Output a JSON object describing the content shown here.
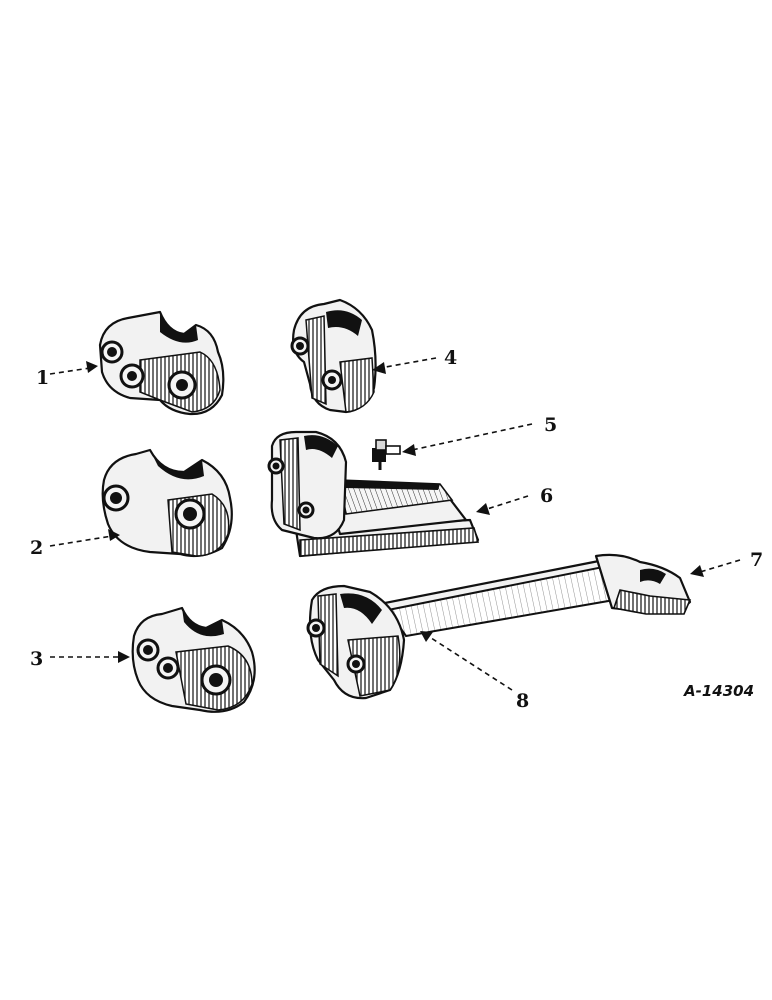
{
  "figure": {
    "reference_code": "A-14304",
    "callouts": [
      {
        "number": "1",
        "part": "clamp-cap-three-hole"
      },
      {
        "number": "2",
        "part": "clamp-cap-two-hole"
      },
      {
        "number": "3",
        "part": "clamp-cap-small-three-hole"
      },
      {
        "number": "4",
        "part": "split-clamp"
      },
      {
        "number": "5",
        "part": "grease-fitting"
      },
      {
        "number": "6",
        "part": "clamp-bracket-with-base"
      },
      {
        "number": "7",
        "part": "connecting-arm"
      },
      {
        "number": "8",
        "part": "arm-clamp-end"
      }
    ]
  }
}
